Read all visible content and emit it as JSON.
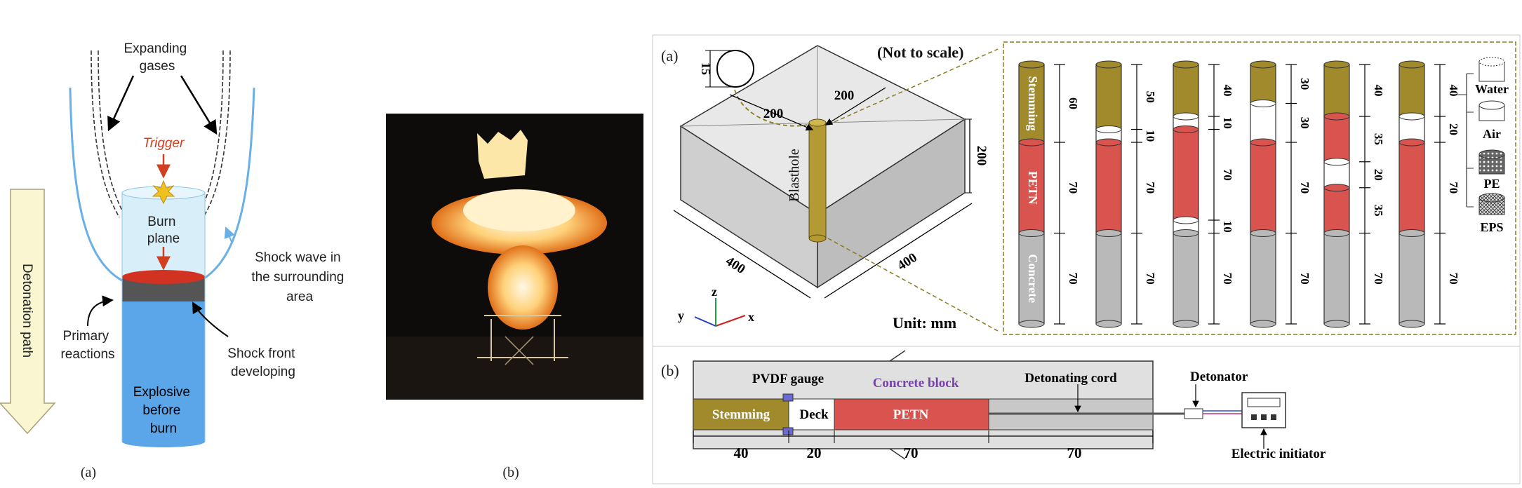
{
  "panel_left": {
    "expanding_gases": [
      "Expanding",
      "gases"
    ],
    "trigger": "Trigger",
    "burn_plane": [
      "Burn",
      "plane"
    ],
    "shock_wave": [
      "Shock wave in",
      "the surrounding",
      "area"
    ],
    "primary_reactions": [
      "Primary",
      "reactions"
    ],
    "shock_front": [
      "Shock front",
      "developing"
    ],
    "explosive": [
      "Explosive",
      "before",
      "burn"
    ],
    "detonation_path": "Detonation path",
    "caption": "(a)"
  },
  "panel_photo": {
    "caption": "(b)"
  },
  "panel_right": {
    "top_tag": "(a)",
    "not_to_scale": "(Not to scale)",
    "dim_15": "15",
    "dim_200a": "200",
    "dim_200b": "200",
    "dim_200c": "200",
    "dim_400a": "400",
    "dim_400b": "400",
    "blasthole": "Blasthole",
    "unit": "Unit: mm",
    "axis": {
      "x": "x",
      "y": "y",
      "z": "z"
    },
    "col1_labels": {
      "stemming": "Stemming",
      "petn": "PETN",
      "concrete": "Concrete"
    },
    "col1_dims": [
      "60",
      "70",
      "70"
    ],
    "col2_dims": [
      "50",
      "10",
      "70",
      "70"
    ],
    "col3_dims": [
      "40",
      "10",
      "70",
      "10",
      "70"
    ],
    "col4_dims": [
      "30",
      "30",
      "70",
      "70"
    ],
    "col5_dims": [
      "40",
      "35",
      "20",
      "35",
      "70"
    ],
    "col6_dims": [
      "40",
      "20",
      "70",
      "70"
    ],
    "legend": [
      "Water",
      "Air",
      "PE",
      "EPS"
    ],
    "bottom_tag": "(b)",
    "pvdf": "PVDF gauge",
    "concrete_block": "Concrete block",
    "detonating_cord": "Detonating cord",
    "detonator": "Detonator",
    "stemming": "Stemming",
    "deck": "Deck",
    "petn": "PETN",
    "electric_initiator": "Electric initiator",
    "bottom_dims": [
      "40",
      "20",
      "70",
      "70"
    ]
  },
  "colors": {
    "stemming": "#a08a2c",
    "petn": "#d9534f",
    "concrete": "#b9b9b9",
    "explosive_blue": "#5aa6e8",
    "shock_blue": "#6ab0e6"
  }
}
